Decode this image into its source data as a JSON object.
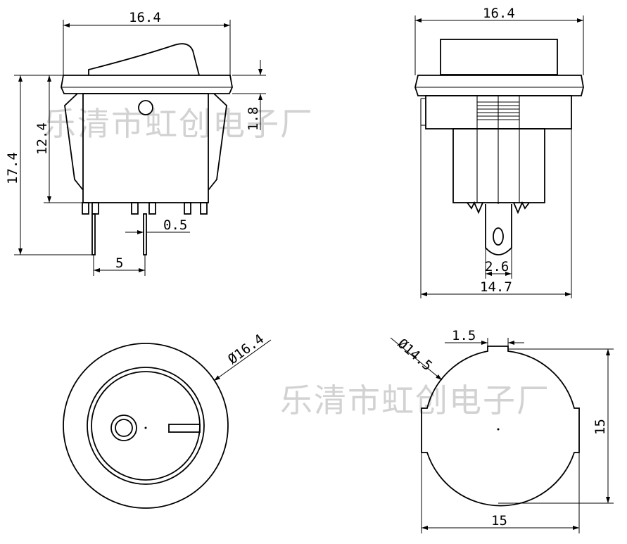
{
  "watermark": "乐清市虹创电子厂",
  "dims": {
    "front_width": "16.4",
    "side_width": "16.4",
    "total_height": "17.4",
    "body_height": "12.4",
    "flange_thickness": "1.8",
    "pin_thickness": "0.5",
    "pin_pitch": "5",
    "terminal_width": "2.6",
    "side_body_width": "14.7",
    "bezel_diameter": "Ø16.4",
    "cutout_diameter": "Ø14.5",
    "key_width": "1.5",
    "cutout_height": "15",
    "cutout_width": "15"
  }
}
